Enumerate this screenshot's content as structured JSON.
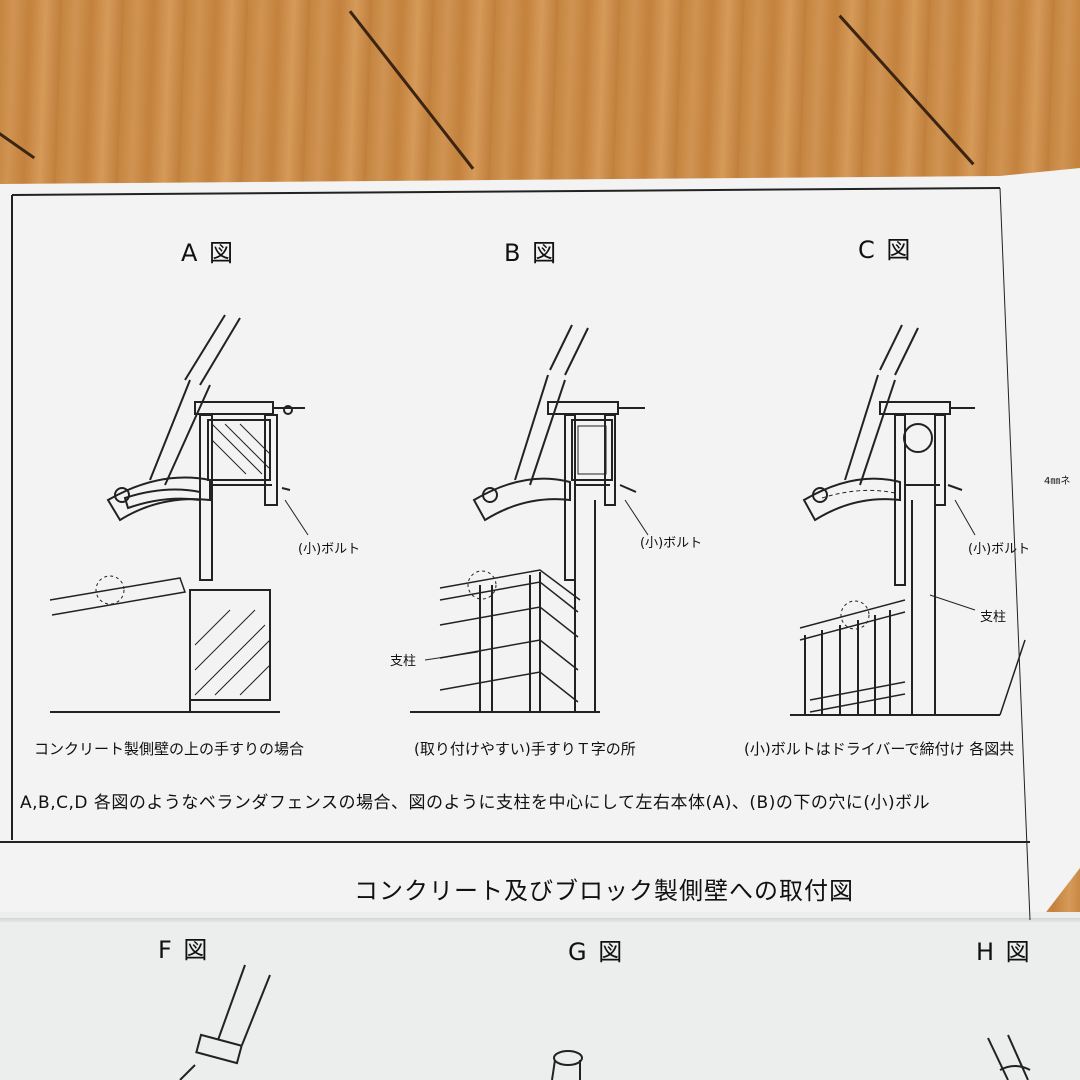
{
  "figures_top": [
    {
      "label": "A 図",
      "bolt_callout": "(小)ボルト",
      "caption": "コンクリート製側壁の上の手すりの場合"
    },
    {
      "label": "B 図",
      "bolt_callout": "(小)ボルト",
      "post_callout": "支柱",
      "caption": "(取り付けやすい)手すりＴ字の所"
    },
    {
      "label": "C 図",
      "bolt_callout": "(小)ボルト",
      "post_callout": "支柱",
      "caption": "(小)ボルトはドライバーで締付け 各図共"
    }
  ],
  "side_note": "4㎜ネ",
  "instruction": "A,B,C,D 各図のようなベランダフェンスの場合、図のように支柱を中心にして左右本体(A)、(B)の下の穴に(小)ボル",
  "section_title": "コンクリート及びブロック製側壁への取付図",
  "figures_bottom": [
    {
      "label": "F 図"
    },
    {
      "label": "G 図"
    },
    {
      "label": "H 図"
    }
  ],
  "colors": {
    "paper": "#f3f3f4",
    "ink": "#111111",
    "wood": "#c98a4a"
  }
}
